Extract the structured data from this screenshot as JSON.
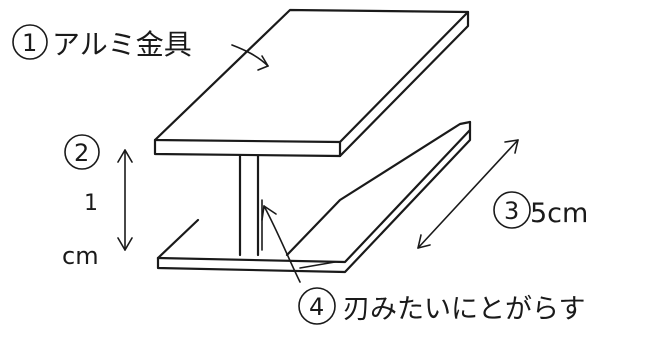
{
  "labels": {
    "label_1": {
      "number": "1",
      "text": "アルミ金具"
    },
    "label_2": {
      "number": "2",
      "text_line1": "1",
      "text_line2": "cm"
    },
    "label_3": {
      "number": "3",
      "text": "5cm"
    },
    "label_4": {
      "number": "4",
      "text": "刃みたいにとがらす"
    }
  }
}
